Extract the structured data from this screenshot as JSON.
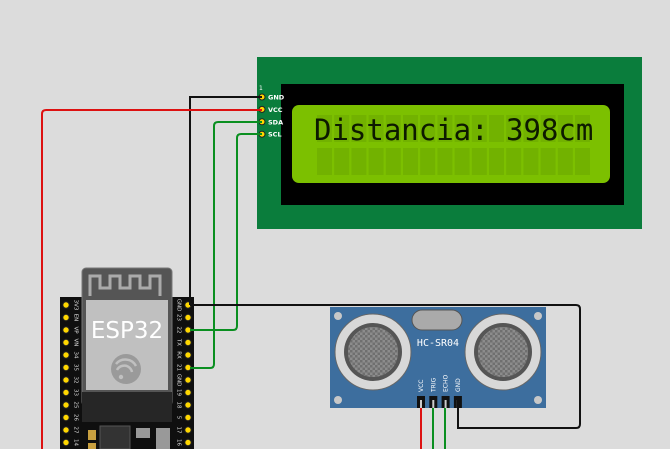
{
  "lcd": {
    "pin_number": "1",
    "pins": [
      "GND",
      "VCC",
      "SDA",
      "SCL"
    ],
    "text_row1": "Distancia: 398cm",
    "text_row2": ""
  },
  "esp32": {
    "label": "ESP32",
    "left_pins": [
      "3V3",
      "EN",
      "VP",
      "VN",
      "34",
      "35",
      "32",
      "33",
      "25",
      "26",
      "27",
      "14"
    ],
    "right_pins": [
      "GND",
      "23",
      "22",
      "TX",
      "RX",
      "21",
      "GND",
      "19",
      "18",
      "5",
      "17",
      "16"
    ]
  },
  "sensor": {
    "label": "HC-SR04",
    "pins": [
      "VCC",
      "TRIG",
      "ECHO",
      "GND"
    ]
  },
  "colors": {
    "background": "#dcdcdc",
    "lcd_board": "#0a7d3c",
    "lcd_screen": "#7cc000",
    "wire_black": "#111111",
    "wire_red": "#dd1111",
    "wire_green": "#0a8f20"
  }
}
